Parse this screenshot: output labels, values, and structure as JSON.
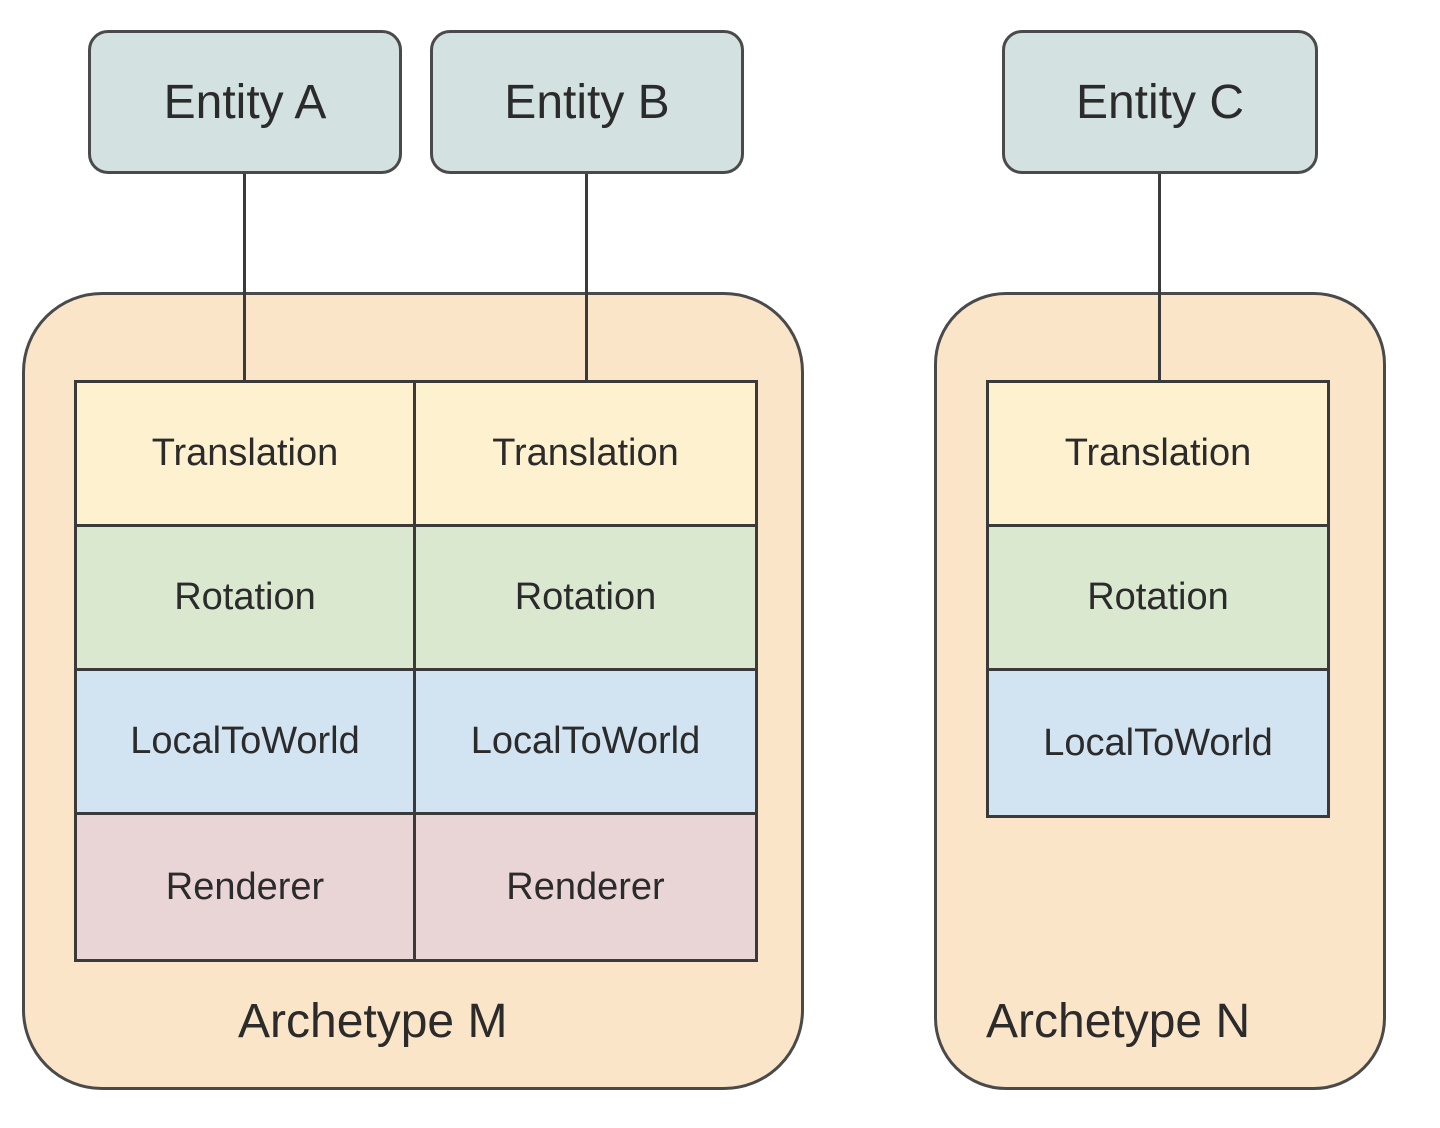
{
  "entities": {
    "a": "Entity A",
    "b": "Entity B",
    "c": "Entity C"
  },
  "archetypes": {
    "m": {
      "label": "Archetype M",
      "columns": [
        [
          "Translation",
          "Rotation",
          "LocalToWorld",
          "Renderer"
        ],
        [
          "Translation",
          "Rotation",
          "LocalToWorld",
          "Renderer"
        ]
      ]
    },
    "n": {
      "label": "Archetype N",
      "columns": [
        [
          "Translation",
          "Rotation",
          "LocalToWorld"
        ]
      ]
    }
  },
  "colors": {
    "entity_fill": "#d3e2e1",
    "archetype_fill": "#fbe5c8",
    "translation": "#fdf1cf",
    "rotation": "#d9e8cf",
    "localtoworld": "#d2e3f1",
    "renderer": "#e9d4d6"
  }
}
